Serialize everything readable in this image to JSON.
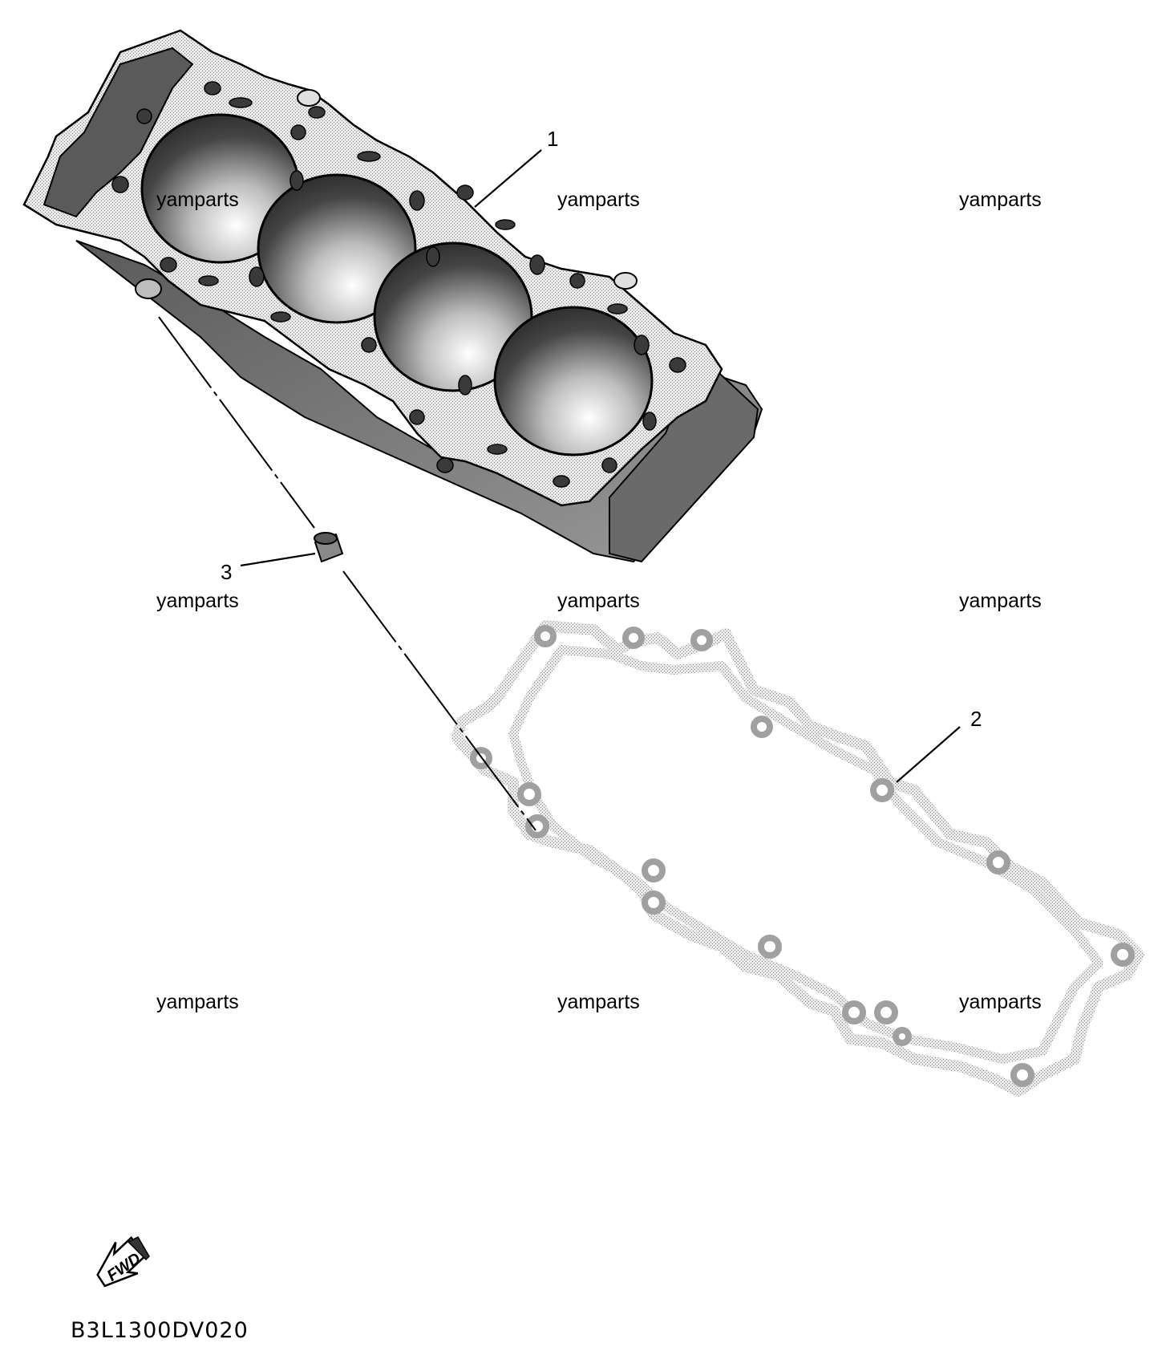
{
  "callouts": {
    "part1": "1",
    "part2": "2",
    "part3": "3"
  },
  "watermarks": [
    "yamparts",
    "yamparts",
    "yamparts",
    "yamparts",
    "yamparts",
    "yamparts",
    "yamparts",
    "yamparts",
    "yamparts"
  ],
  "fwd_label": "FWD",
  "diagram_code": "B3L1300DV020",
  "colors": {
    "line": "#000000",
    "gasket": "#a9a9a9",
    "cylinder_face": "#dcdcdc",
    "bore": "#4a4a4a",
    "background": "#ffffff"
  }
}
